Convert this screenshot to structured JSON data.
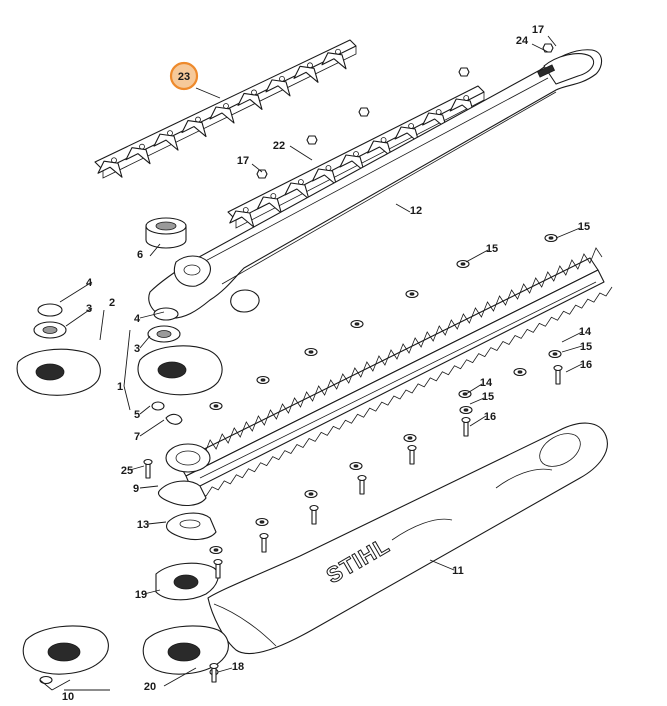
{
  "diagram": {
    "brand_logo": "STIHL",
    "highlight_color": "#ee8a2c",
    "callouts": [
      {
        "id": "c23",
        "text": "23",
        "highlighted": true
      },
      {
        "id": "c17a",
        "text": "17"
      },
      {
        "id": "c24",
        "text": "24"
      },
      {
        "id": "c22",
        "text": "22"
      },
      {
        "id": "c17b",
        "text": "17"
      },
      {
        "id": "c12",
        "text": "12"
      },
      {
        "id": "c6",
        "text": "6"
      },
      {
        "id": "c15a",
        "text": "15"
      },
      {
        "id": "c15b",
        "text": "15"
      },
      {
        "id": "c4",
        "text": "4"
      },
      {
        "id": "c3a",
        "text": "3"
      },
      {
        "id": "c2",
        "text": "2"
      },
      {
        "id": "c4b",
        "text": "4"
      },
      {
        "id": "c3b",
        "text": "3"
      },
      {
        "id": "c1",
        "text": "1"
      },
      {
        "id": "c14a",
        "text": "14"
      },
      {
        "id": "c15c",
        "text": "15"
      },
      {
        "id": "c16a",
        "text": "16"
      },
      {
        "id": "c14b",
        "text": "14"
      },
      {
        "id": "c15d",
        "text": "15"
      },
      {
        "id": "c16b",
        "text": "16"
      },
      {
        "id": "c5",
        "text": "5"
      },
      {
        "id": "c7",
        "text": "7"
      },
      {
        "id": "c25",
        "text": "25"
      },
      {
        "id": "c9",
        "text": "9"
      },
      {
        "id": "c13",
        "text": "13"
      },
      {
        "id": "c11",
        "text": "11"
      },
      {
        "id": "c19",
        "text": "19"
      },
      {
        "id": "c10",
        "text": "10"
      },
      {
        "id": "c20",
        "text": "20"
      },
      {
        "id": "c18",
        "text": "18"
      }
    ]
  }
}
